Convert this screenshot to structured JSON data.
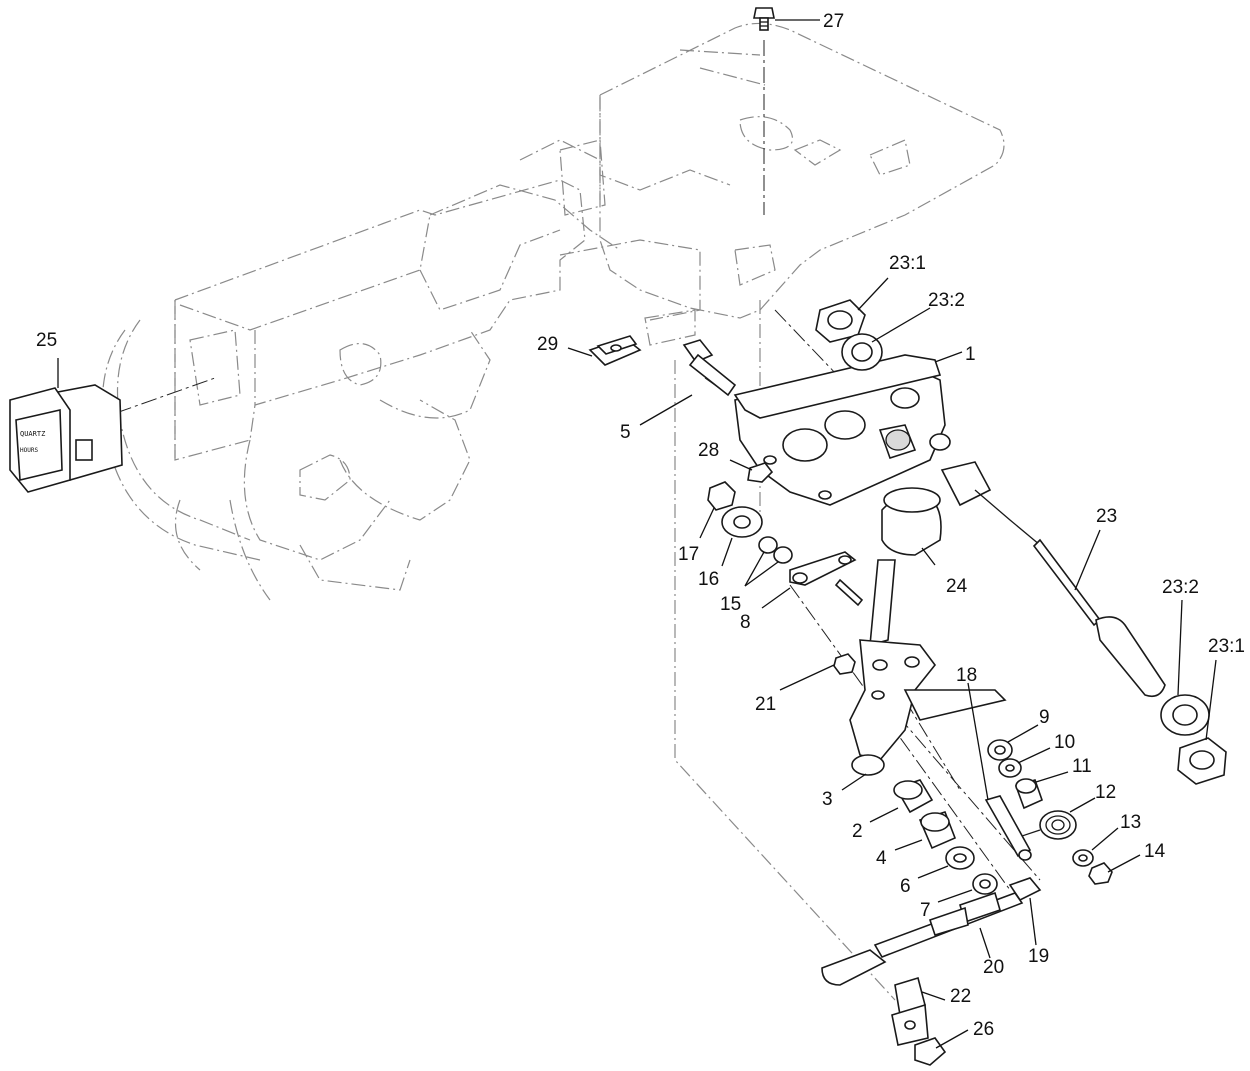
{
  "callouts": [
    {
      "id": "c1",
      "label": "1"
    },
    {
      "id": "c2",
      "label": "2"
    },
    {
      "id": "c3",
      "label": "3"
    },
    {
      "id": "c4",
      "label": "4"
    },
    {
      "id": "c5",
      "label": "5"
    },
    {
      "id": "c6",
      "label": "6"
    },
    {
      "id": "c7",
      "label": "7"
    },
    {
      "id": "c8",
      "label": "8"
    },
    {
      "id": "c9",
      "label": "9"
    },
    {
      "id": "c10",
      "label": "10"
    },
    {
      "id": "c11",
      "label": "11"
    },
    {
      "id": "c12",
      "label": "12"
    },
    {
      "id": "c13",
      "label": "13"
    },
    {
      "id": "c14",
      "label": "14"
    },
    {
      "id": "c15",
      "label": "15"
    },
    {
      "id": "c16",
      "label": "16"
    },
    {
      "id": "c17",
      "label": "17"
    },
    {
      "id": "c18",
      "label": "18"
    },
    {
      "id": "c19",
      "label": "19"
    },
    {
      "id": "c20",
      "label": "20"
    },
    {
      "id": "c21",
      "label": "21"
    },
    {
      "id": "c22",
      "label": "22"
    },
    {
      "id": "c23",
      "label": "23"
    },
    {
      "id": "c23-1a",
      "label": "23:1"
    },
    {
      "id": "c23-2a",
      "label": "23:2"
    },
    {
      "id": "c23-2b",
      "label": "23:2"
    },
    {
      "id": "c23-1b",
      "label": "23:1"
    },
    {
      "id": "c24",
      "label": "24"
    },
    {
      "id": "c25",
      "label": "25"
    },
    {
      "id": "c26",
      "label": "26"
    },
    {
      "id": "c27",
      "label": "27"
    },
    {
      "id": "c28",
      "label": "28"
    },
    {
      "id": "c29",
      "label": "29"
    }
  ],
  "hour_meter": {
    "line1": "QUARTZ",
    "line2": "HOURS"
  }
}
